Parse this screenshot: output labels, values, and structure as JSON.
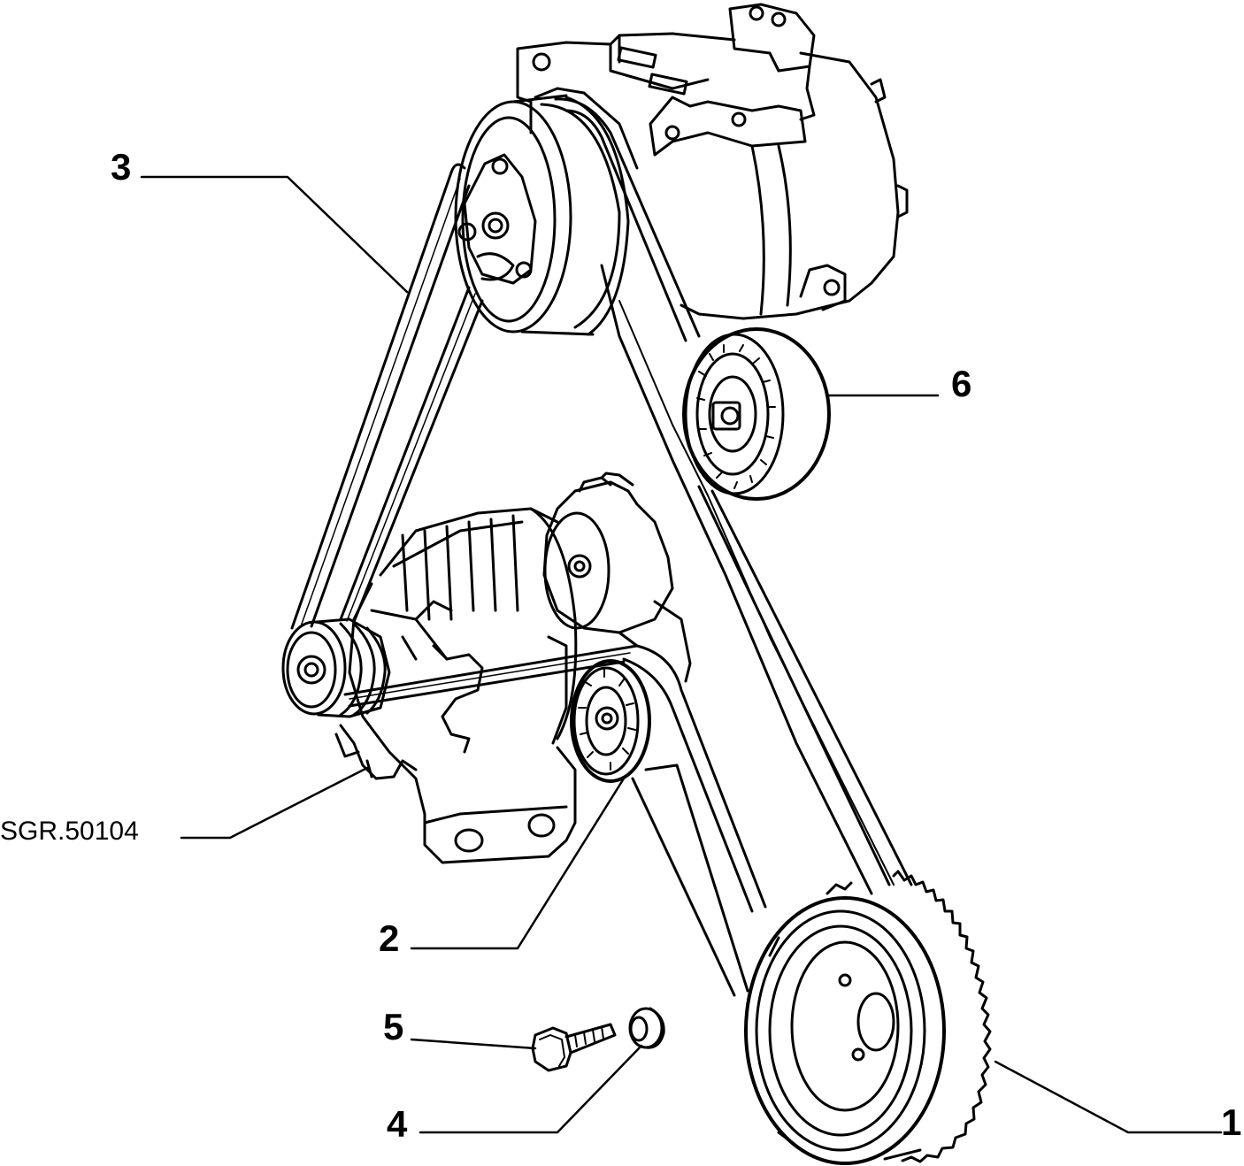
{
  "diagram": {
    "callouts": [
      {
        "id": "1",
        "text": "1"
      },
      {
        "id": "2",
        "text": "2"
      },
      {
        "id": "3",
        "text": "3"
      },
      {
        "id": "4",
        "text": "4"
      },
      {
        "id": "5",
        "text": "5"
      },
      {
        "id": "6",
        "text": "6"
      }
    ],
    "reference_code": "SGR.50104"
  },
  "colors": {
    "ink": "#000000",
    "paper": "#ffffff"
  }
}
